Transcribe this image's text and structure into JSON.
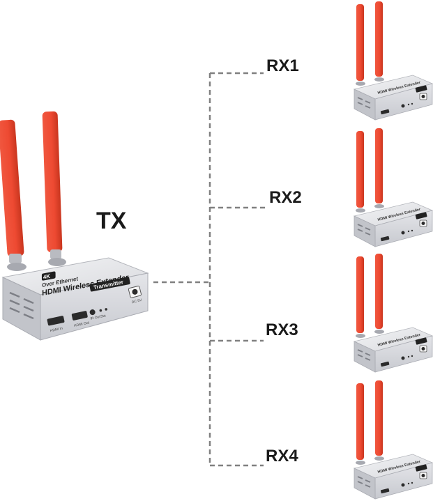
{
  "colors": {
    "antenna": "#ee4a32",
    "antenna_shade": "#c9361f",
    "case": "#dcdde2",
    "case_front": "#cfd1d7",
    "case_top": "#ebecef",
    "connector_line": "#808080",
    "port": "#2b2b2b"
  },
  "transmitter": {
    "label": "TX",
    "case_text": {
      "badge": "4K",
      "line1": "Over Ethernet",
      "line2": "HDMI Wireless Extender",
      "plate": "Transmitter",
      "port_hdmi_in": "HDMI In",
      "port_hdmi_out": "HDMI Out",
      "port_ir": "IR Out",
      "port_status": "Sta",
      "port_dc": "DC 5V"
    }
  },
  "receivers": [
    {
      "label": "RX1",
      "case_text": "HDMI Wireless Extender"
    },
    {
      "label": "RX2",
      "case_text": "HDMI Wireless Extender"
    },
    {
      "label": "RX3",
      "case_text": "HDMI Wireless Extender"
    },
    {
      "label": "RX4",
      "case_text": "HDMI Wireless Extender"
    }
  ]
}
